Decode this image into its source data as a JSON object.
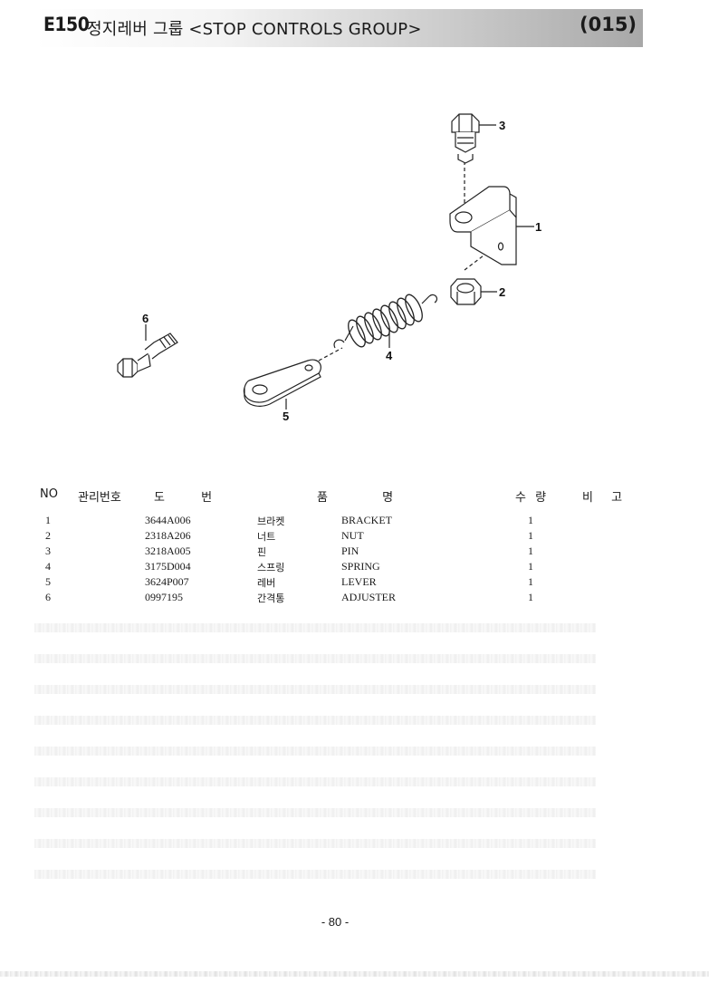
{
  "header": {
    "code": "E150",
    "title": "정지레버 그룹 <STOP CONTROLS GROUP>",
    "page_ref": "(015)"
  },
  "diagram": {
    "callouts": [
      "1",
      "2",
      "3",
      "4",
      "5",
      "6"
    ]
  },
  "table": {
    "headers": {
      "no": "NO",
      "mgmt_no": "관리번호",
      "drawing_no": "도 번",
      "part_name": "품 명",
      "quantity": "수 량",
      "remarks": "비 고"
    },
    "rows": [
      {
        "no": "1",
        "drawing_no": "3644A006",
        "name_ko": "브라켓",
        "name_en": "BRACKET",
        "qty": "1"
      },
      {
        "no": "2",
        "drawing_no": "2318A206",
        "name_ko": "너트",
        "name_en": "NUT",
        "qty": "1"
      },
      {
        "no": "3",
        "drawing_no": "3218A005",
        "name_ko": "핀",
        "name_en": "PIN",
        "qty": "1"
      },
      {
        "no": "4",
        "drawing_no": "3175D004",
        "name_ko": "스프링",
        "name_en": "SPRING",
        "qty": "1"
      },
      {
        "no": "5",
        "drawing_no": "3624P007",
        "name_ko": "레버",
        "name_en": "LEVER",
        "qty": "1"
      },
      {
        "no": "6",
        "drawing_no": "0997195",
        "name_ko": "간격통",
        "name_en": "ADJUSTER",
        "qty": "1"
      }
    ]
  },
  "footer": {
    "page_number": "- 80 -"
  }
}
